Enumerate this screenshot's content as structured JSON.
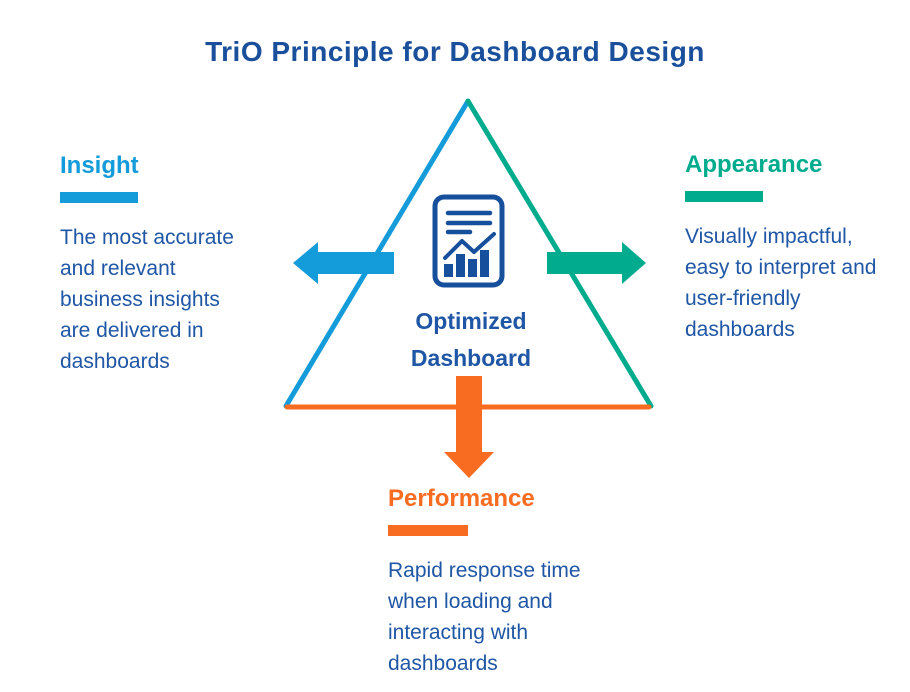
{
  "title": "TriO Principle for Dashboard Design",
  "colors": {
    "title_blue": "#1a4f9c",
    "body_blue": "#1f56a5",
    "insight_blue": "#149bd9",
    "appearance_teal": "#00ab8e",
    "performance_orange": "#f76c21",
    "icon_blue": "#164f9c"
  },
  "center": {
    "label": "Optimized Dashboard",
    "icon": "report-chart-icon"
  },
  "sections": {
    "insight": {
      "heading": "Insight",
      "body": "The most accurate and relevant business insights are delivered in dashboards"
    },
    "appearance": {
      "heading": "Appearance",
      "body": "Visually impactful, easy to interpret and user-friendly dashboards"
    },
    "performance": {
      "heading": "Performance",
      "body": "Rapid response time when loading and interacting with dashboards"
    }
  }
}
